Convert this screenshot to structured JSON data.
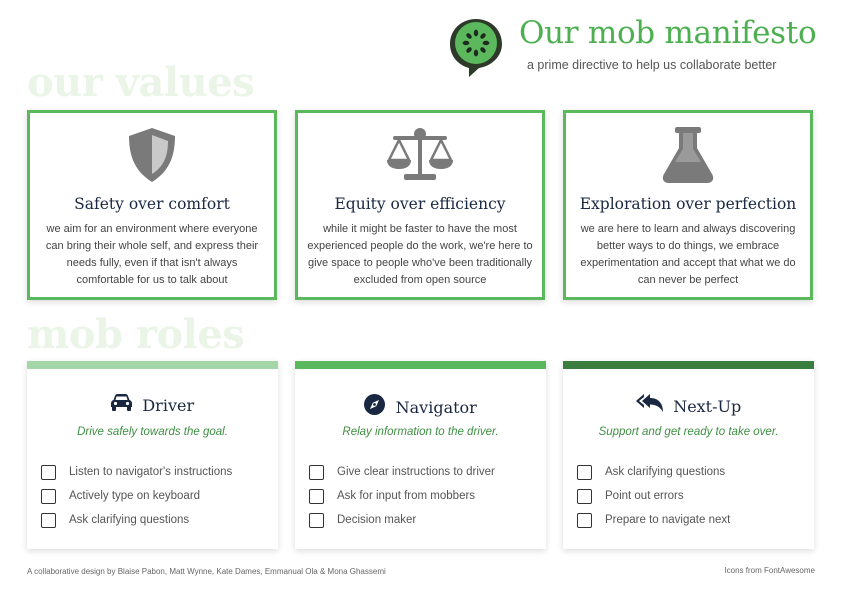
{
  "header": {
    "title": "Our mob manifesto",
    "subtitle": "a prime directive to help us collaborate better",
    "logo_icon": "cucumber-speech-bubble-icon"
  },
  "values": {
    "heading": "our values",
    "cards": [
      {
        "icon": "shield-icon",
        "title": "Safety over comfort",
        "text": "we aim for an environment where everyone can bring their whole self, and express their needs fully, even if that isn't always comfortable for us to talk about"
      },
      {
        "icon": "balance-scale-icon",
        "title": "Equity over efficiency",
        "text": "while it might be faster to have the most experienced people do the work, we're here to give space to people who've been traditionally excluded from open source"
      },
      {
        "icon": "flask-icon",
        "title": "Exploration over perfection",
        "text": "we are here to learn and always discovering better ways to do things, we embrace  experimentation and accept that what we do can never be perfect"
      }
    ]
  },
  "roles": {
    "heading": "mob roles",
    "cards": [
      {
        "icon": "car-icon",
        "name": "Driver",
        "tagline": "Drive safely towards the goal.",
        "bar_color": "#a5d6a7",
        "items": [
          "Listen to navigator's instructions",
          "Actively type on keyboard",
          "Ask clarifying questions"
        ]
      },
      {
        "icon": "compass-icon",
        "name": "Navigator",
        "tagline": "Relay information to the driver.",
        "bar_color": "#5cb85c",
        "items": [
          "Give clear instructions to driver",
          "Ask for input from mobbers",
          "Decision maker"
        ]
      },
      {
        "icon": "reply-all-icon",
        "name": "Next-Up",
        "tagline": "Support and get ready to take over.",
        "bar_color": "#3a7d3e",
        "items": [
          "Ask clarifying questions",
          "Point out errors",
          "Prepare to navigate next"
        ]
      }
    ]
  },
  "footer": {
    "credits": "A collaborative design  by Blaise Pabon, Matt Wynne, Kate Dames, Emmanual  Ola & Mona Ghassemi",
    "icons_credit": "Icons from FontAwesome"
  },
  "colors": {
    "accent": "#5cb85c",
    "title_green": "#4caf50",
    "navy": "#1a2740",
    "heading_watermark": "#eaf5e7"
  }
}
